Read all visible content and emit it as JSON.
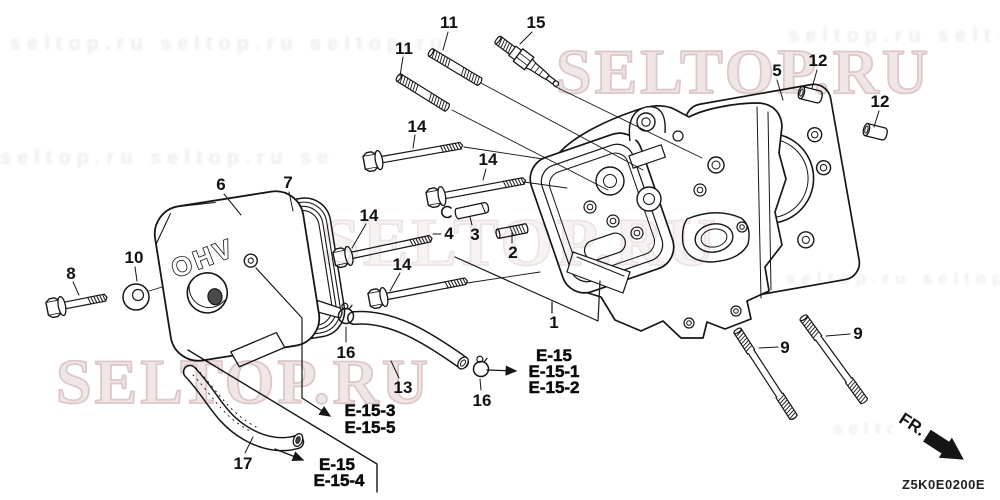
{
  "drawing_code": "Z5K0E0200E",
  "orientation": {
    "front_label": "FR."
  },
  "cover_text": "OHV",
  "watermarks": {
    "brand": "SELTOP.RU",
    "ghost": "seltop.ru seltop.ru seltop.ru"
  },
  "parts": {
    "cylinder_head": "1",
    "stud_carb": "2",
    "dowel_pin_small": "3",
    "clip_ring": "4",
    "cylinder_gasket": "5",
    "head_cover": "6",
    "cover_gasket": "7",
    "cover_bolt": "8",
    "stud_long": "9",
    "cover_washer": "10",
    "stud_head": "11",
    "dowel_pin": "12",
    "breather_tube": "13",
    "flange_bolt": "14",
    "spark_plug": "15",
    "tube_clip": "16",
    "breather_tube_b": "17"
  },
  "refs": {
    "e15": "E-15",
    "e15_1": "E-15-1",
    "e15_2": "E-15-2",
    "e15_3": "E-15-3",
    "e15_4": "E-15-4",
    "e15_5": "E-15-5"
  }
}
